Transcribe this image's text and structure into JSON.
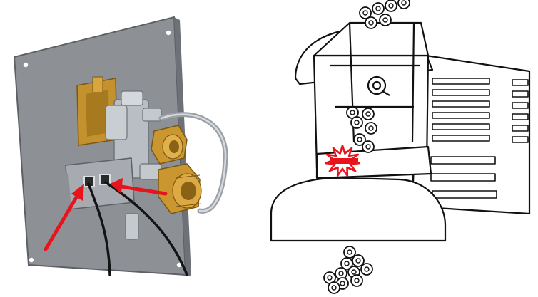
{
  "figure": {
    "left_panel": {
      "subject": "valve-assembly-mounted-on-plate",
      "callout_arrows": 2
    },
    "right_panel": {
      "subject": "sealed-device-with-pinch-point",
      "highlight": "burst-icon"
    }
  },
  "colors": {
    "background": "#ffffff",
    "plate": "#8d9095",
    "plate_edge": "#5d6066",
    "brass": "#c3922e",
    "brass_dark": "#7a5714",
    "steel": "#b9bec4",
    "steel_dark": "#6d737a",
    "block": "#a7abb1",
    "cable": "#141414",
    "arrow": "#e8141c",
    "line_art": "#111111",
    "burst": "#e8141c"
  }
}
